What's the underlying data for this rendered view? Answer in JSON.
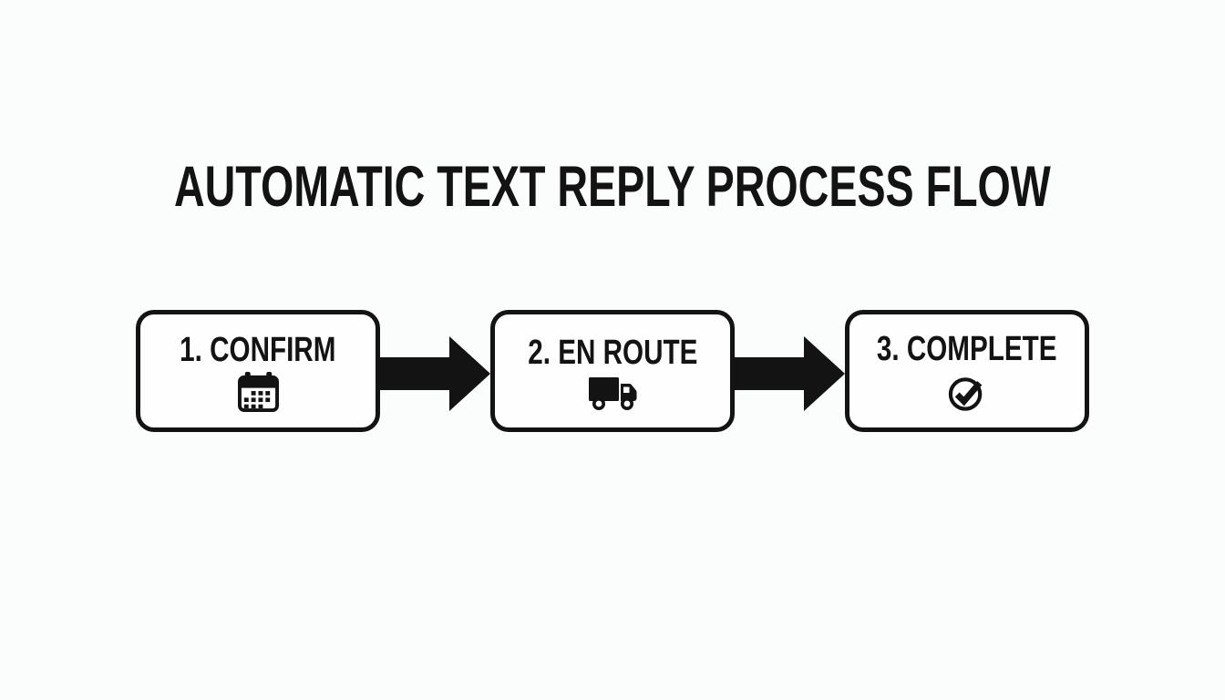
{
  "title": "AUTOMATIC TEXT REPLY PROCESS FLOW",
  "colors": {
    "ink": "#131313",
    "background": "#fbfcfc",
    "box_fill": "#fefefe"
  },
  "steps": [
    {
      "label": "1. CONFIRM",
      "icon": "calendar-icon"
    },
    {
      "label": "2. EN ROUTE",
      "icon": "truck-icon"
    },
    {
      "label": "3. COMPLETE",
      "icon": "check-circle-icon"
    }
  ],
  "connectors": [
    {
      "from": "1. CONFIRM",
      "to": "2. EN ROUTE",
      "icon": "arrow-right-icon"
    },
    {
      "from": "2. EN ROUTE",
      "to": "3. COMPLETE",
      "icon": "arrow-right-icon"
    }
  ]
}
